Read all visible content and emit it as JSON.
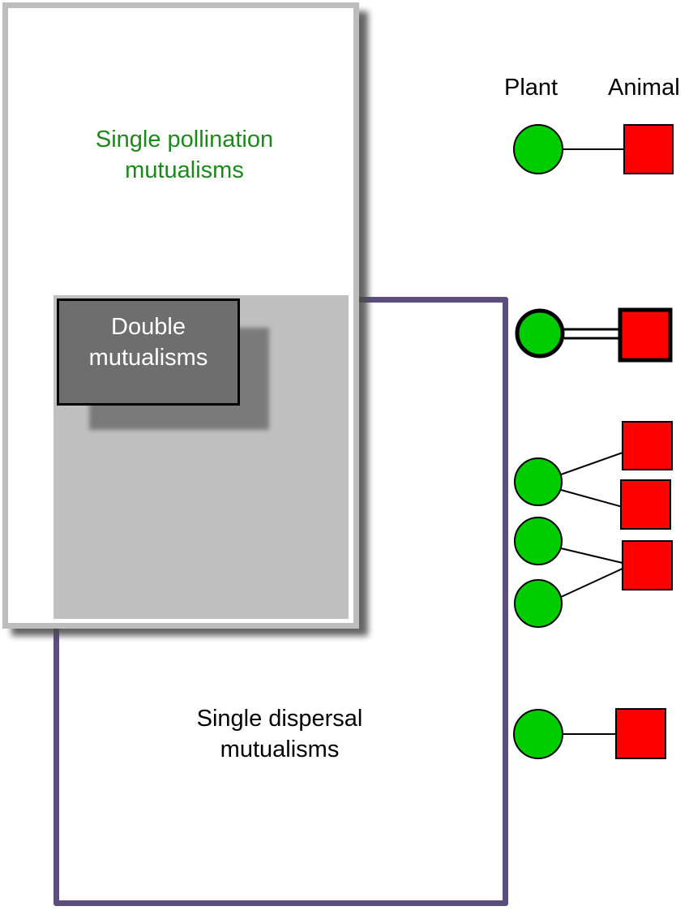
{
  "regions": {
    "pollination": "Single pollination mutualisms",
    "pollination_line1": "Single pollination",
    "pollination_line2": "mutualisms",
    "double_line1": "Double",
    "double_line2": "mutualisms",
    "dispersal_line1": "Single dispersal",
    "dispersal_line2": "mutualisms"
  },
  "legend": {
    "plant_header": "Plant",
    "animal_header": "Animal"
  },
  "colors": {
    "plant": "#00cc00",
    "animal": "#ff0000",
    "pollination_border": "#bdbdbd",
    "pollination_text": "#1b8a1b",
    "dispersal_border": "#5b4e7e",
    "overlap_fill": "#c0c0c0",
    "double_fill": "#6e6e6e"
  }
}
